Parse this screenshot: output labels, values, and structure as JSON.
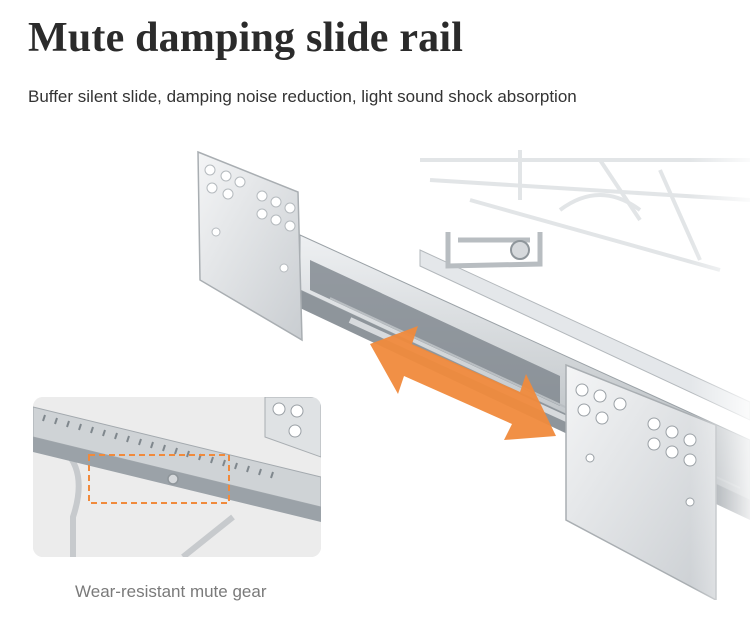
{
  "header": {
    "title": "Mute damping slide rail",
    "subtitle": "Buffer silent slide, damping noise reduction, light sound shock absorption"
  },
  "inset": {
    "caption": "Wear-resistant mute gear"
  },
  "colors": {
    "accent": "#f08a3c",
    "metal": "#cfd3d6",
    "rail_shadow": "#9aa1a6",
    "plastic": "#7d858c"
  },
  "icons": [
    "double-arrow-icon",
    "dashed-highlight-box"
  ]
}
